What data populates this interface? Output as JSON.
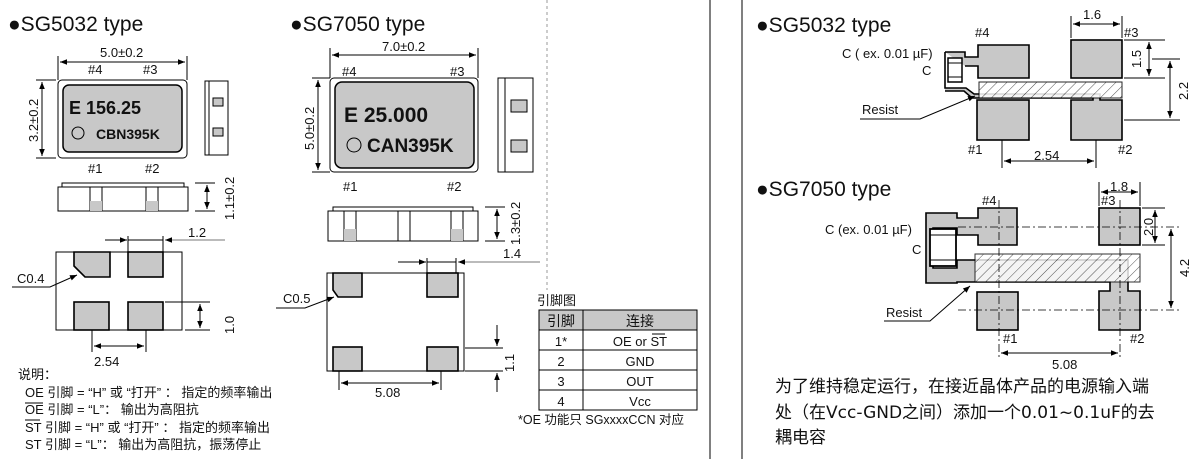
{
  "left": {
    "sg5032": {
      "title": "●SG5032 type",
      "width_dim": "5.0±0.2",
      "height_dim": "3.2±0.2",
      "thickness_dim": "1.1±0.2",
      "marking_line1": "E 156.25",
      "marking_line2": "CBN395K",
      "pins": [
        "#1",
        "#2",
        "#3",
        "#4"
      ],
      "pad_width_dim": "1.2",
      "pad_height_dim": "1.0",
      "pad_pitch_dim": "2.54",
      "chamfer": "C0.4"
    },
    "sg7050": {
      "title": "●SG7050 type",
      "width_dim": "7.0±0.2",
      "height_dim": "5.0±0.2",
      "thickness_dim": "1.3±0.2",
      "marking_line1": "E 25.000",
      "marking_line2": "CAN395K",
      "pins": [
        "#1",
        "#2",
        "#3",
        "#4"
      ],
      "pad_width_dim": "1.4",
      "pad_height_dim": "1.1",
      "pad_pitch_dim": "5.08",
      "chamfer": "C0.5"
    },
    "notes": {
      "heading": "说明：",
      "lines": [
        "OE 引脚 = “H” 或 “打开” ： 指定的频率输出",
        "OE 引脚 = “L”： 输出为高阻抗",
        "ST 引脚 = “H” 或 “打开” ： 指定的频率输出",
        "ST 引脚 = “L”： 输出为高阻抗，振荡停止"
      ]
    },
    "pin_table": {
      "title": "引脚图",
      "headers": [
        "引脚",
        "连接"
      ],
      "rows": [
        [
          "1*",
          "OE or ST"
        ],
        [
          "2",
          "GND"
        ],
        [
          "3",
          "OUT"
        ],
        [
          "4",
          "Vcc"
        ]
      ],
      "footnote": "*OE 功能只 SGxxxxCCN 对应"
    }
  },
  "right": {
    "sg5032": {
      "title": "●SG5032 type",
      "cap_label": "C ( ex. 0.01 µF)",
      "c_label": "C",
      "resist_label": "Resist",
      "pins": [
        "#1",
        "#2",
        "#3",
        "#4"
      ],
      "dim_width": "1.6",
      "dim_pad_height": "1.5",
      "dim_row_pitch": "2.2",
      "dim_col_pitch": "2.54"
    },
    "sg7050": {
      "title": "●SG7050 type",
      "cap_label": "C (ex. 0.01 µF)",
      "c_label": "C",
      "resist_label": "Resist",
      "pins": [
        "#1",
        "#2",
        "#3",
        "#4"
      ],
      "dim_width": "1.8",
      "dim_pad_height": "2.0",
      "dim_row_pitch": "4.2",
      "dim_col_pitch": "5.08"
    },
    "recommendation": [
      "为了维持稳定运行，在接近晶体产品的电源输入端",
      "处（在Vcc-GND之间）添加一个0.01~0.1uF的去",
      "耦电容"
    ]
  }
}
